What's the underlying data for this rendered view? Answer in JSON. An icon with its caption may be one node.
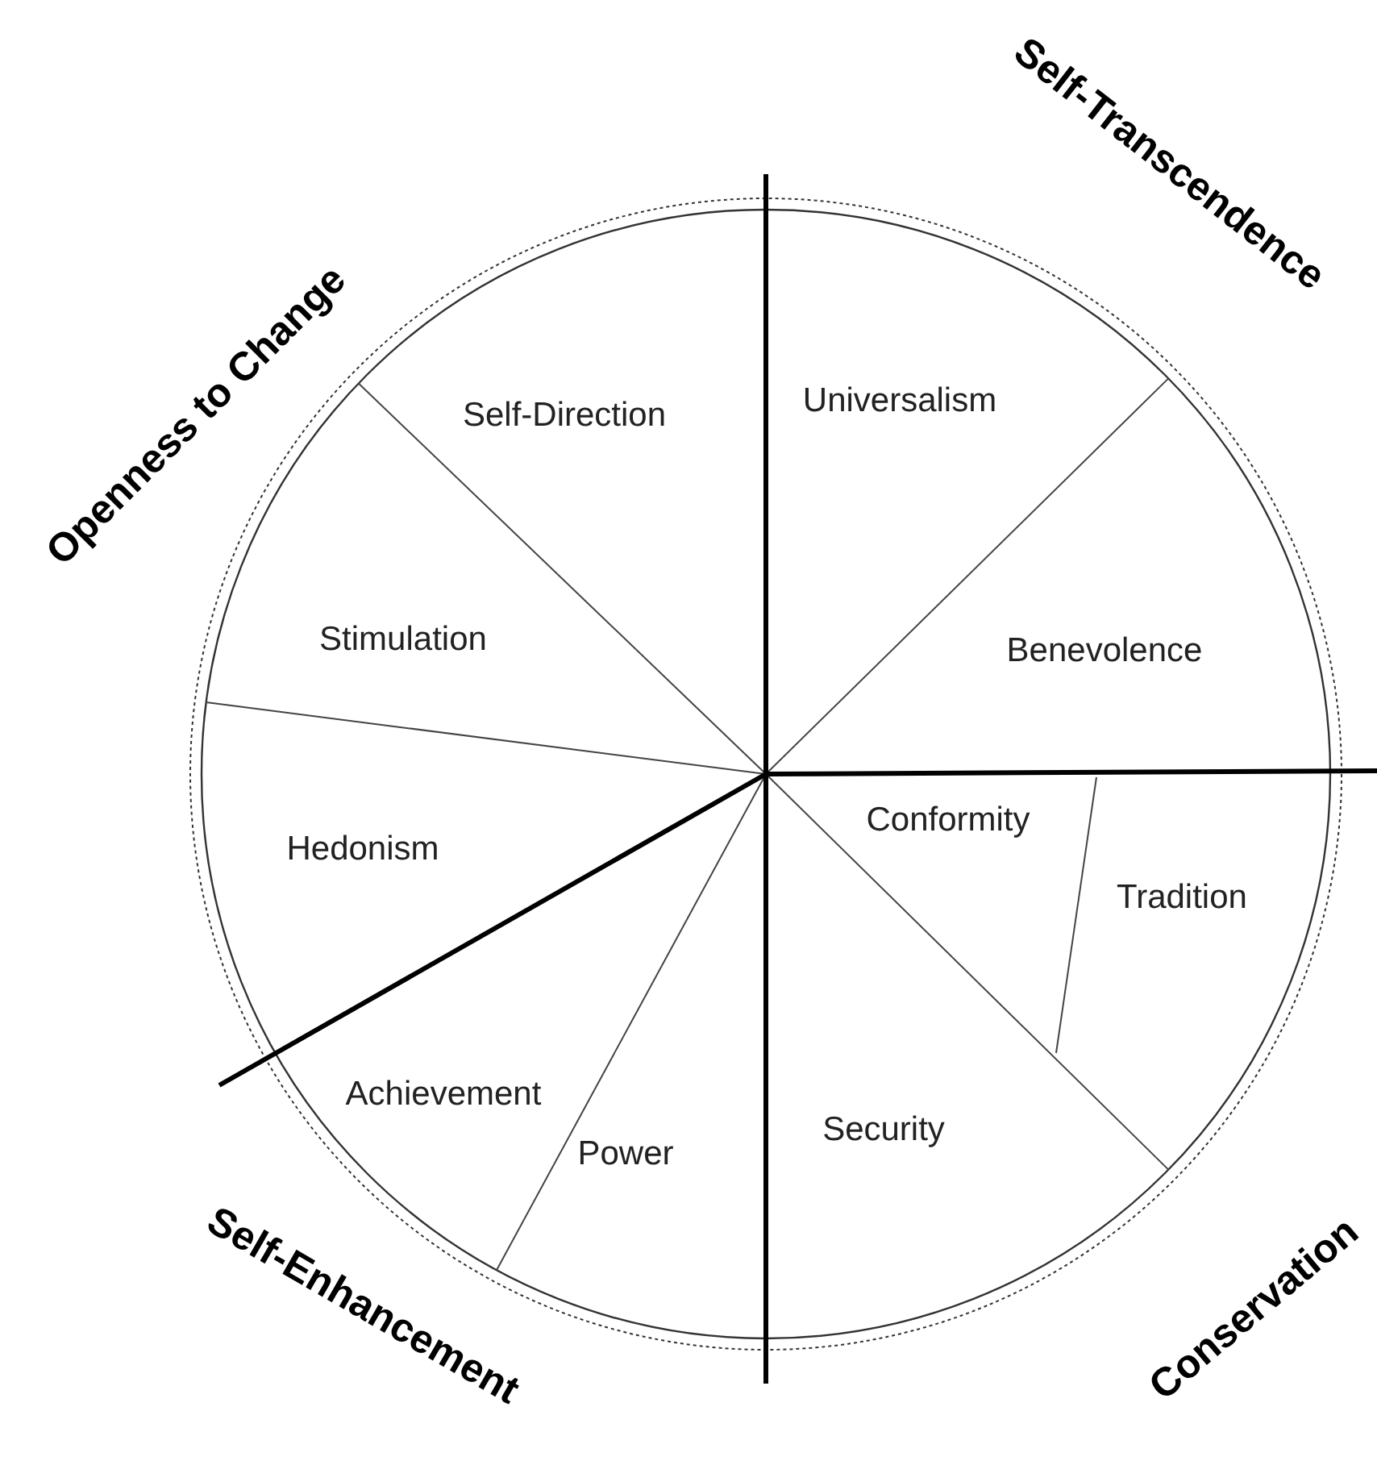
{
  "diagram": {
    "labels": [
      "Self-Transcendence",
      "Openness to Change",
      "Self-Direction",
      "Universalism",
      "Stimulation",
      "Benevolence",
      "Hedonism",
      "Conformity",
      "Tradition",
      "Achievement",
      "Power",
      "Security",
      "Self-Enhancement",
      "Conservation"
    ]
  }
}
